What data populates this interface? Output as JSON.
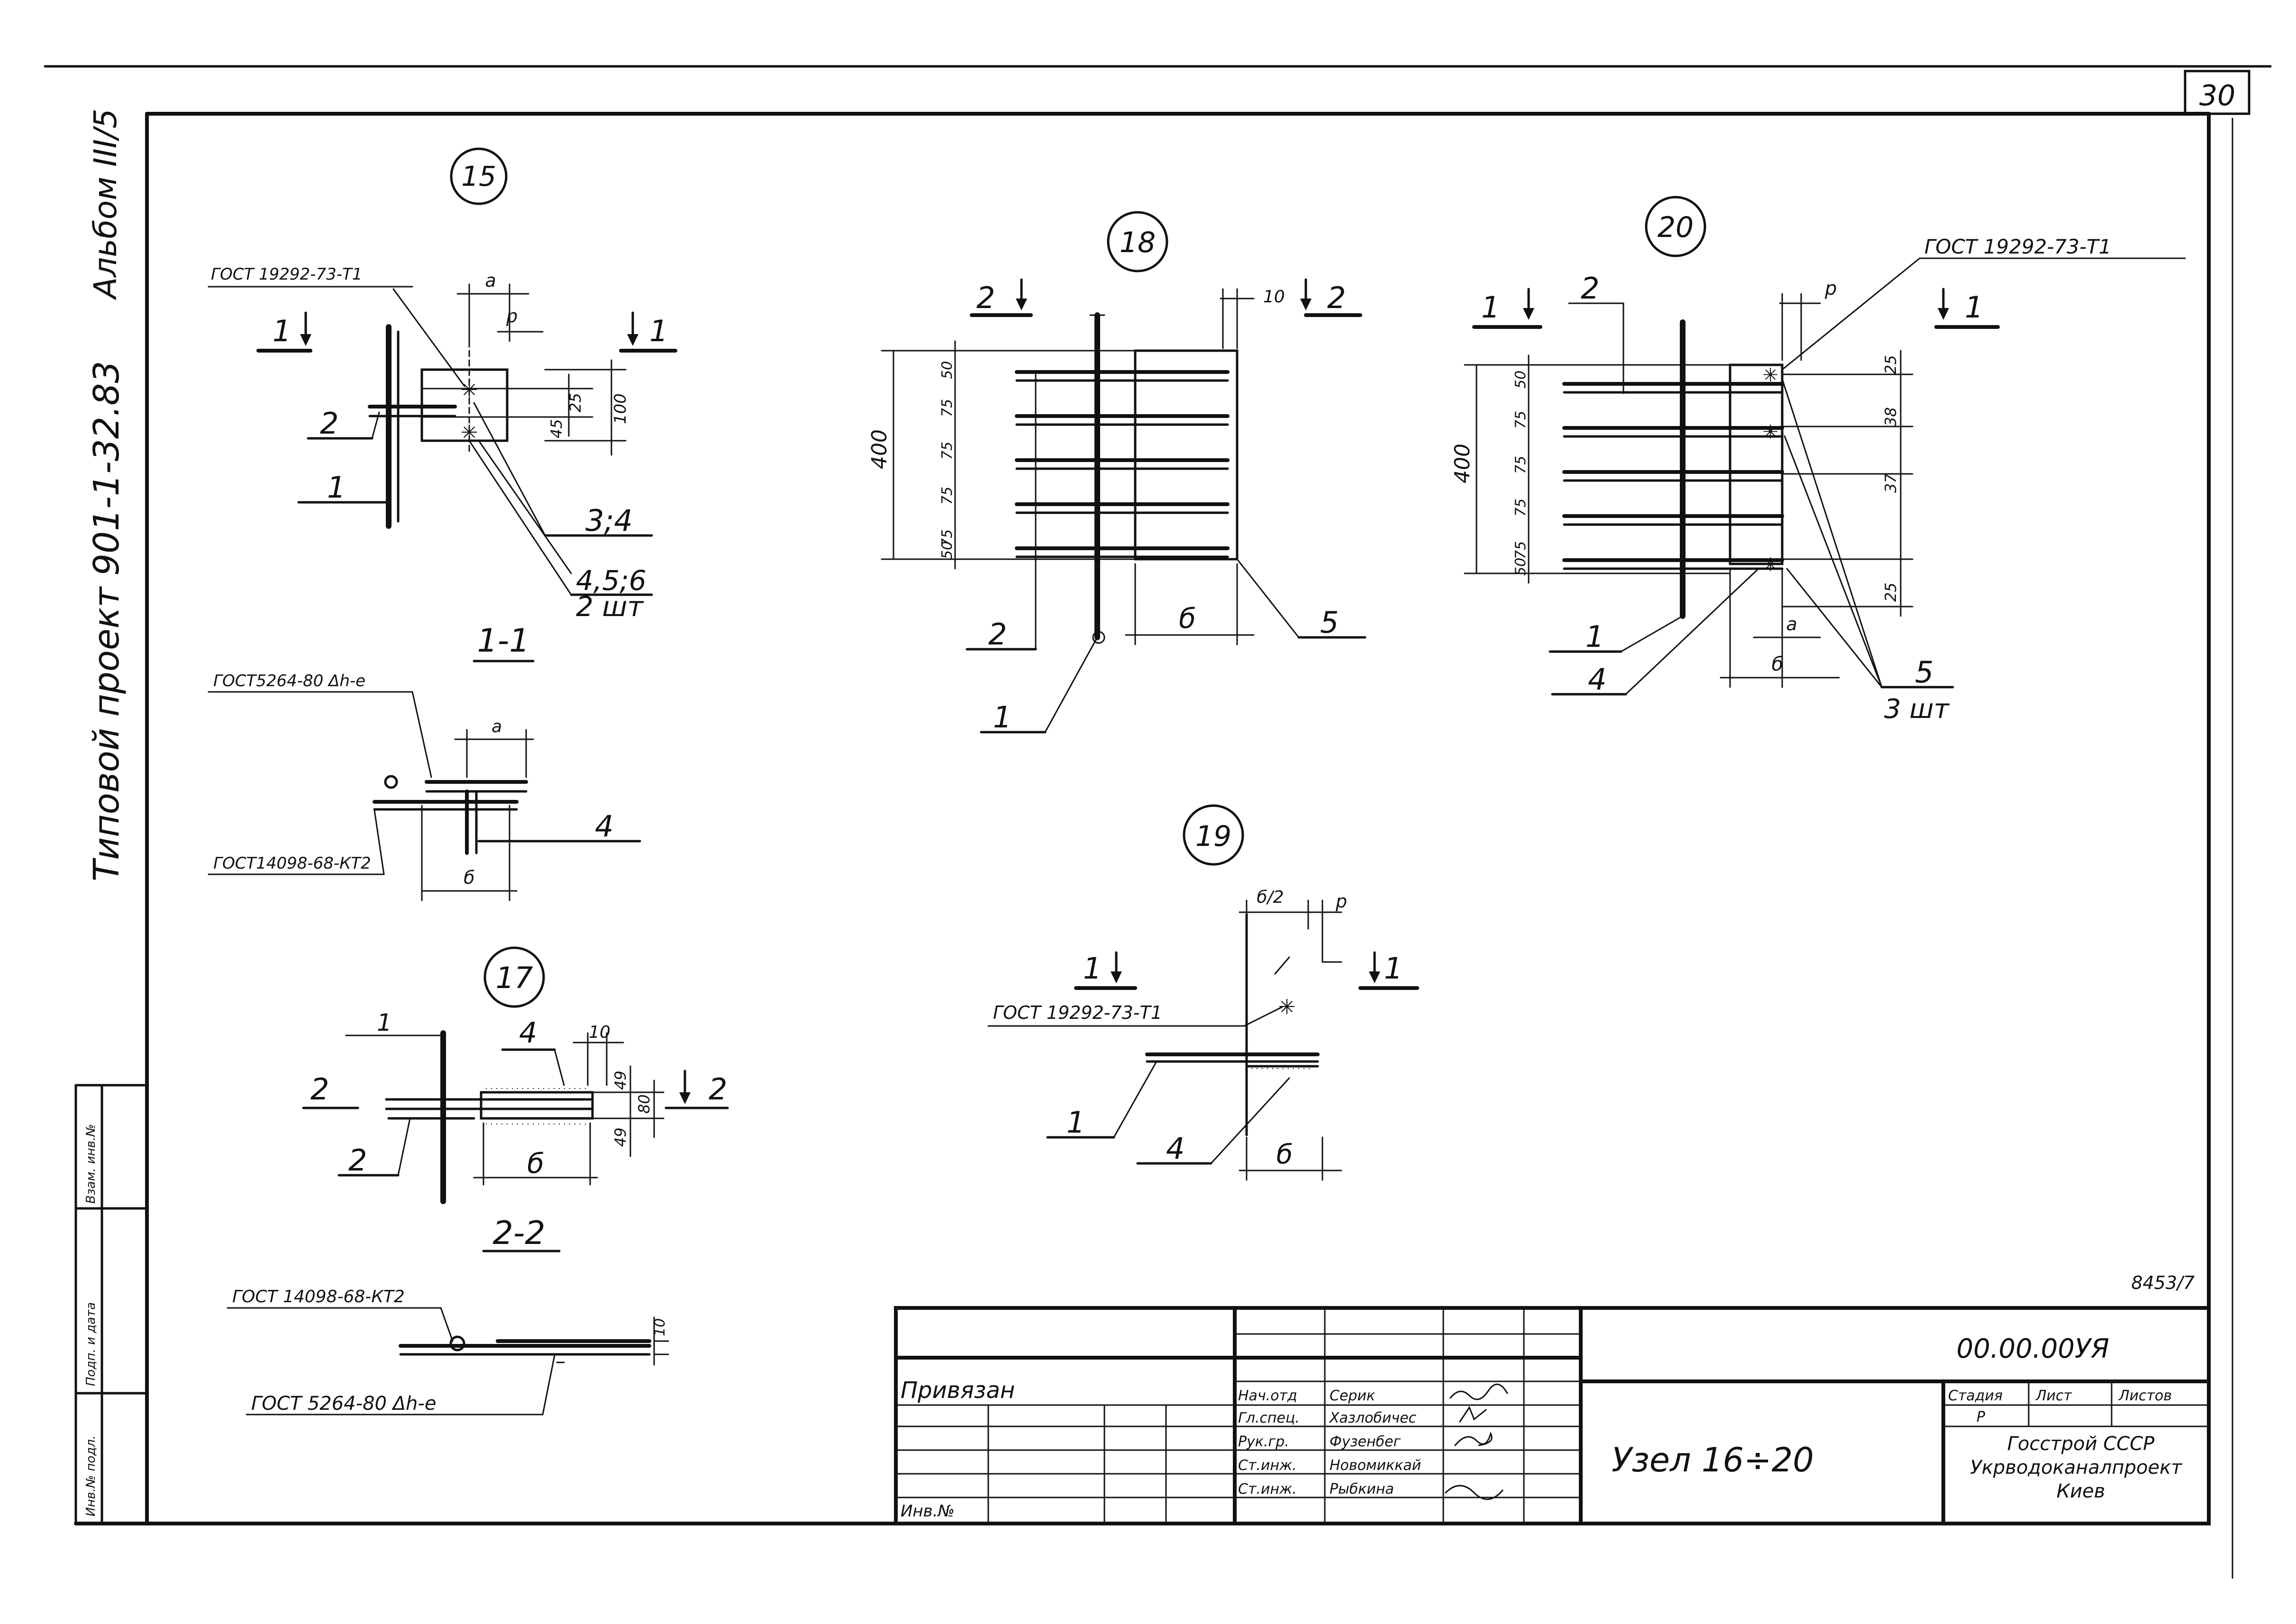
{
  "sheet": {
    "page_number": "30",
    "album_title": "Альбом III/5",
    "project_title": "Типовой проект 901-1-32.83",
    "archive_code": "8453/7"
  },
  "margin_stamps": [
    "Взам. инв.№",
    "Подп. и дата",
    "Инв.№ подл."
  ],
  "node15": {
    "number": "15",
    "gost_weld": "ГОСТ 19292-73-Т1",
    "section_left": "1",
    "section_right": "1",
    "dim_a": "а",
    "dim_p": "р",
    "dim_25": "25",
    "dim_45": "45",
    "dim_100": "100",
    "pos_2": "2",
    "pos_1": "1",
    "pos_34": "3;4",
    "pos_456": "4,5;6",
    "qty": "2 шт"
  },
  "section11": {
    "title": "1-1",
    "gost_top": "ГОСТ5264-80 Δh-е",
    "gost_bottom": "ГОСТ14098-68-КТ2",
    "dim_a": "а",
    "dim_b": "б",
    "pos_4": "4"
  },
  "node17": {
    "number": "17",
    "pos_1": "1",
    "pos_4": "4",
    "pos_2": "2",
    "section_left": "2",
    "section_right": "2",
    "dim_10": "10",
    "dim_49a": "49",
    "dim_80": "80",
    "dim_49b": "49",
    "dim_b": "б"
  },
  "section22": {
    "title": "2-2",
    "gost_top": "ГОСТ 14098-68-КТ2",
    "gost_bottom": "ГОСТ 5264-80  Δh-е",
    "dim_10": "10"
  },
  "node18": {
    "number": "18",
    "section_left": "2",
    "section_right": "2",
    "dim_10": "10",
    "dim_400": "400",
    "spacing": [
      "50",
      "75",
      "75",
      "75",
      "75",
      "50"
    ],
    "pos_2": "2",
    "pos_1": "1",
    "pos_5": "5",
    "dim_b": "б"
  },
  "node19": {
    "number": "19",
    "section_left": "1",
    "section_right": "1",
    "gost_weld": "ГОСТ  19292-73-Т1",
    "dim_b2": "б/2",
    "dim_p": "р",
    "pos_1": "1",
    "pos_4": "4",
    "dim_b": "б"
  },
  "node20": {
    "number": "20",
    "gost_weld": "ГОСТ 19292-73-Т1",
    "section_left": "1",
    "section_right": "1",
    "pos_2": "2",
    "dim_p": "р",
    "dim_400": "400",
    "spacing": [
      "50",
      "75",
      "75",
      "75",
      "75",
      "50"
    ],
    "dim_25a": "25",
    "dim_38": "38",
    "dim_37": "37",
    "dim_25b": "25",
    "pos_1": "1",
    "pos_4": "4",
    "dim_a": "а",
    "dim_b": "б",
    "pos_5": "5",
    "qty": "3 шт"
  },
  "title_block": {
    "designation": "00.00.00УЯ",
    "bound_label": "Привязан",
    "inv_label": "Инв.№",
    "roles": [
      "Нач.отд",
      "Гл.спец.",
      "Рук.гр.",
      "Ст.инж.",
      "Ст.инж."
    ],
    "names": [
      "Серик",
      "Хазлобичес",
      "Фузенбег",
      "Новомиккай",
      "Рыбкина"
    ],
    "drawing_title": "Узел 16÷20",
    "stage_label": "Стадия",
    "sheet_label": "Лист",
    "sheets_label": "Листов",
    "stage_value": "Р",
    "org_line1": "Госстрой СССР",
    "org_line2": "Укрводоканалпроект",
    "org_line3": "Киев"
  }
}
